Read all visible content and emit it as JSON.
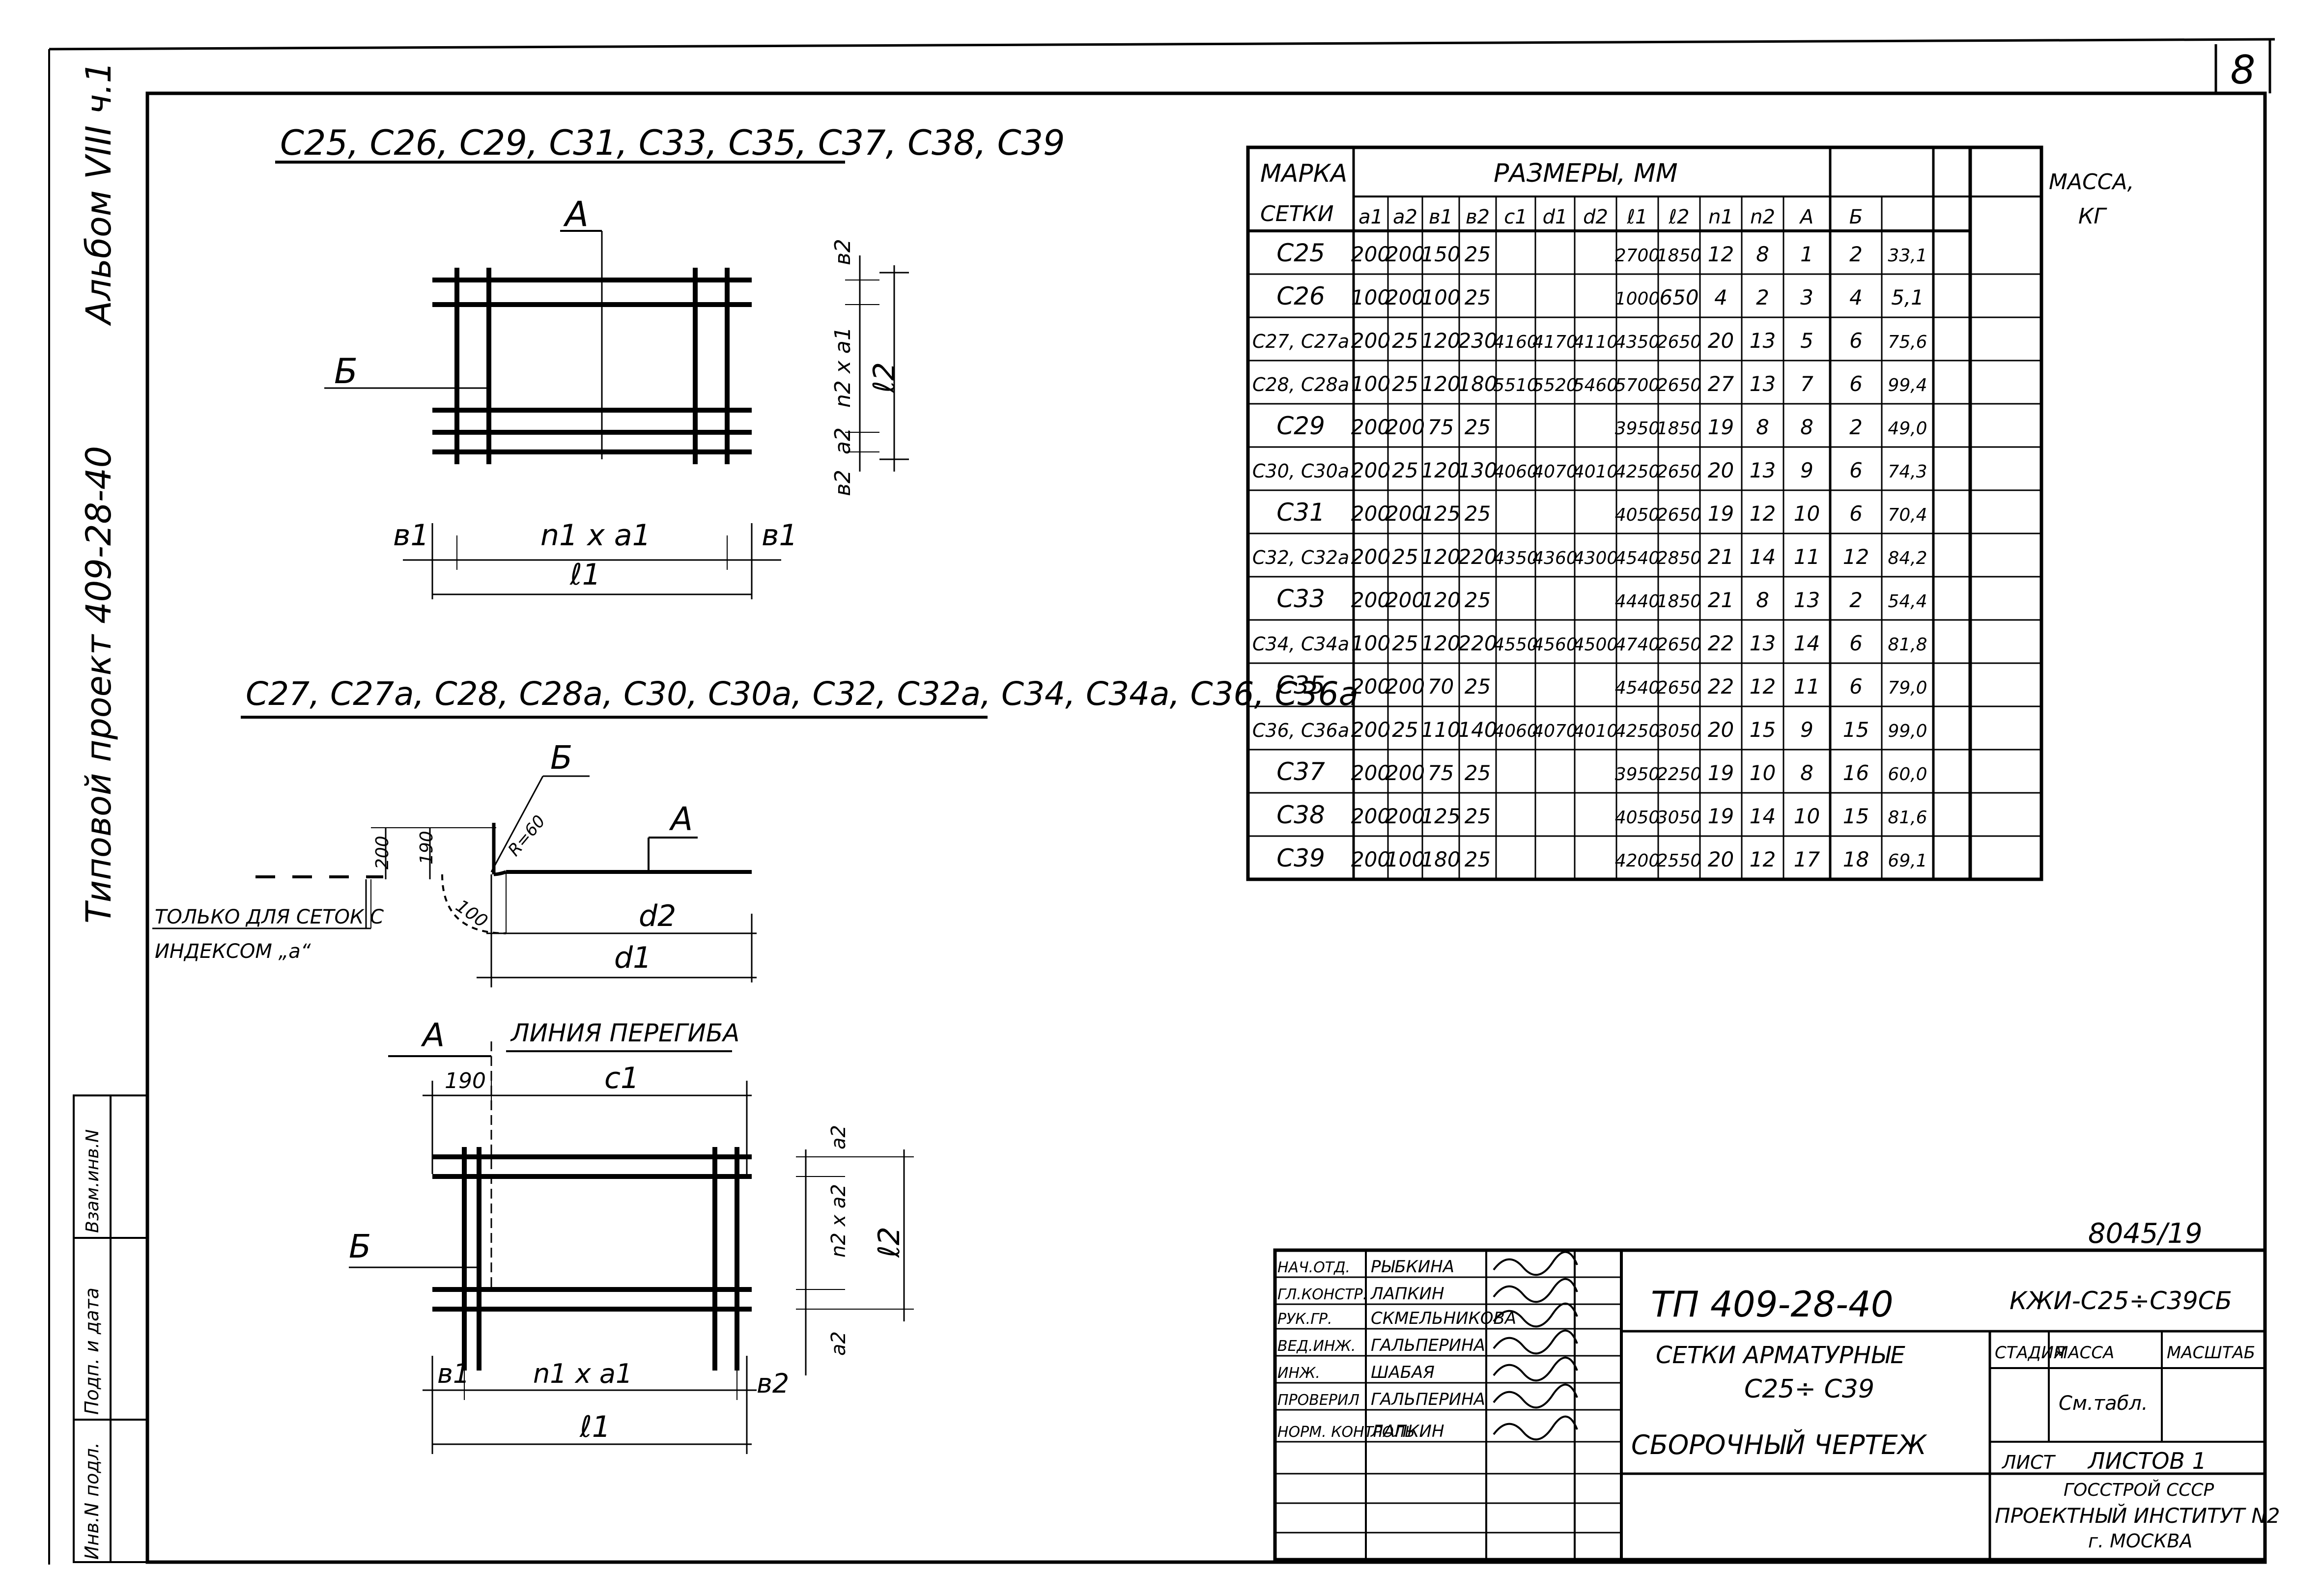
{
  "sheet_number": "8",
  "side_labels": {
    "album": "Альбом VIII ч.1",
    "project": "Типовой проект 409-28-40"
  },
  "stamp_left": [
    "Инв.N подл.",
    "Подп. и дата",
    "Взам.инв.N"
  ],
  "drawing1": {
    "title": "C25, C26, C29, C31, C33, C35, C37, C38, C39",
    "label_A": "A",
    "label_B": "Б",
    "dim_b1": "в1",
    "dim_b2": "в2",
    "dim_n1a1": "n1 x a1",
    "dim_l1": "ℓ1",
    "dim_n2a2": "n2 x a1",
    "dim_l2": "ℓ2",
    "dim_a2": "a2"
  },
  "drawing2": {
    "title": "C27, C27a, C28, C28a, C30, C30a, C32, C32a, C34, C34a, C36, C36a",
    "label_B": "Б",
    "label_A": "A",
    "r_label": "R=60",
    "dim_200": "200",
    "dim_190": "190",
    "dim_100": "100",
    "note_line1": "ТОЛЬКО ДЛЯ СЕТОК С",
    "note_line2": "ИНДЕКСОМ „a“",
    "dim_d2": "d2",
    "dim_d1": "d1"
  },
  "drawing3": {
    "label_A": "A",
    "fold_line": "ЛИНИЯ ПЕРЕГИБА",
    "dim_190": "190",
    "dim_c1": "c1",
    "label_B": "Б",
    "dim_b1": "в1",
    "dim_n1a1": "n1 x a1",
    "dim_b2": "в2",
    "dim_l1": "ℓ1",
    "dim_n2a2": "n2 x a2",
    "dim_l2": "ℓ2",
    "dim_a2": "a2"
  },
  "table": {
    "header_mark_1": "МАРКА",
    "header_mark_2": "СЕТКИ",
    "header_sizes": "РАЗМЕРЫ, ММ",
    "header_mass_1": "МАССА,",
    "header_mass_2": "КГ",
    "subheaders": [
      "a1",
      "a2",
      "в1",
      "в2",
      "c1",
      "d1",
      "d2",
      "ℓ1",
      "ℓ2",
      "n1",
      "n2",
      "A",
      "Б"
    ],
    "rows": [
      [
        "C25",
        "200",
        "200",
        "150",
        "25",
        "",
        "",
        "",
        "2700",
        "1850",
        "12",
        "8",
        "1",
        "2",
        "33,1"
      ],
      [
        "C26",
        "100",
        "200",
        "100",
        "25",
        "",
        "",
        "",
        "1000",
        "650",
        "4",
        "2",
        "3",
        "4",
        "5,1"
      ],
      [
        "C27, C27a",
        "200",
        "25",
        "120",
        "230",
        "4160",
        "4170",
        "4110",
        "4350",
        "2650",
        "20",
        "13",
        "5",
        "6",
        "75,6"
      ],
      [
        "C28, C28a",
        "100",
        "25",
        "120",
        "180",
        "5510",
        "5520",
        "5460",
        "5700",
        "2650",
        "27",
        "13",
        "7",
        "6",
        "99,4"
      ],
      [
        "C29",
        "200",
        "200",
        "75",
        "25",
        "",
        "",
        "",
        "3950",
        "1850",
        "19",
        "8",
        "8",
        "2",
        "49,0"
      ],
      [
        "C30, C30a",
        "200",
        "25",
        "120",
        "130",
        "4060",
        "4070",
        "4010",
        "4250",
        "2650",
        "20",
        "13",
        "9",
        "6",
        "74,3"
      ],
      [
        "C31",
        "200",
        "200",
        "125",
        "25",
        "",
        "",
        "",
        "4050",
        "2650",
        "19",
        "12",
        "10",
        "6",
        "70,4"
      ],
      [
        "C32, C32a",
        "200",
        "25",
        "120",
        "220",
        "4350",
        "4360",
        "4300",
        "4540",
        "2850",
        "21",
        "14",
        "11",
        "12",
        "84,2"
      ],
      [
        "C33",
        "200",
        "200",
        "120",
        "25",
        "",
        "",
        "",
        "4440",
        "1850",
        "21",
        "8",
        "13",
        "2",
        "54,4"
      ],
      [
        "C34, C34a",
        "100",
        "25",
        "120",
        "220",
        "4550",
        "4560",
        "4500",
        "4740",
        "2650",
        "22",
        "13",
        "14",
        "6",
        "81,8"
      ],
      [
        "C35",
        "200",
        "200",
        "70",
        "25",
        "",
        "",
        "",
        "4540",
        "2650",
        "22",
        "12",
        "11",
        "6",
        "79,0"
      ],
      [
        "C36, C36a",
        "200",
        "25",
        "110",
        "140",
        "4060",
        "4070",
        "4010",
        "4250",
        "3050",
        "20",
        "15",
        "9",
        "15",
        "99,0"
      ],
      [
        "C37",
        "200",
        "200",
        "75",
        "25",
        "",
        "",
        "",
        "3950",
        "2250",
        "19",
        "10",
        "8",
        "16",
        "60,0"
      ],
      [
        "C38",
        "200",
        "200",
        "125",
        "25",
        "",
        "",
        "",
        "4050",
        "3050",
        "19",
        "14",
        "10",
        "15",
        "81,6"
      ],
      [
        "C39",
        "200",
        "100",
        "180",
        "25",
        "",
        "",
        "",
        "4200",
        "2550",
        "20",
        "12",
        "17",
        "18",
        "69,1"
      ]
    ]
  },
  "title_block": {
    "archive_number": "8045/19",
    "roles": [
      "НАЧ.ОТД.",
      "ГЛ.КОНСТР.",
      "РУК.ГР.",
      "ВЕД.ИНЖ.",
      "ИНЖ.",
      "ПРОВЕРИЛ",
      "НОРМ. КОНТРОЛЬ"
    ],
    "names": [
      "РЫБКИНА",
      "ЛАПКИН",
      "СКМЕЛЬНИКОВА",
      "ГАЛЬПЕРИНА",
      "ШАБАЯ",
      "ГАЛЬПЕРИНА",
      "ЛАПКИН"
    ],
    "project_code": "ТП 409-28-40",
    "drawing_code": "КЖИ-C25÷C39CБ",
    "name_line1": "СЕТКИ АРМАТУРНЫЕ",
    "name_line2": "C25÷ C39",
    "name_line3": "СБОРОЧНЫЙ ЧЕРТЕЖ",
    "stage_label": "СТАДИЯ",
    "mass_label": "МАССА",
    "scale_label": "МАСШТАБ",
    "mass_value": "См.табл.",
    "sheet_label": "ЛИСТ",
    "sheets_label": "ЛИСТОВ 1",
    "org_line1": "ГОССТРОЙ СССР",
    "org_line2": "ПРОЕКТНЫЙ ИНСТИТУТ N2",
    "org_line3": "г. МОСКВА"
  }
}
